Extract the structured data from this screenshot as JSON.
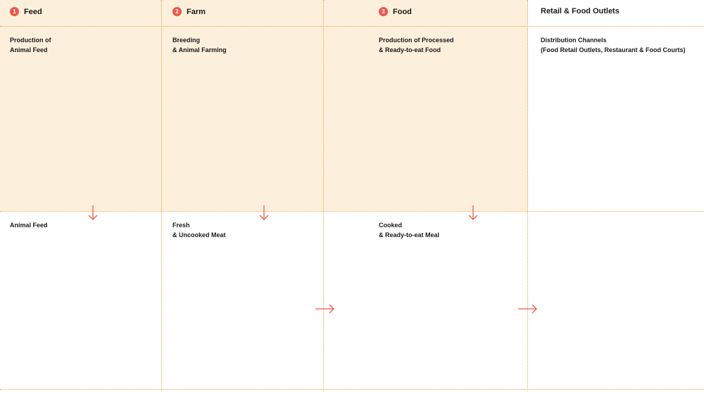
{
  "stages": [
    {
      "num": "1",
      "title": "Feed",
      "top": "Production of\nAnimal Feed",
      "bottom": "Animal Feed"
    },
    {
      "num": "2",
      "title": "Farm",
      "top": "Breeding\n& Animal Farming",
      "bottom": "Fresh\n& Uncooked Meat"
    },
    {
      "num": "3",
      "title": "Food",
      "top": "Production of Processed\n& Ready-to-eat Food",
      "bottom": "Cooked\n& Ready-to-eat Meal"
    },
    {
      "num": "",
      "title": "Retail & Food Outlets",
      "top": "Distribution Channels\n(Food Retail Outlets, Restaurant & Food Courts)",
      "bottom": ""
    }
  ],
  "colors": {
    "band": "#fcefdc",
    "accent": "#e8594c",
    "line": "#e9a43a"
  }
}
